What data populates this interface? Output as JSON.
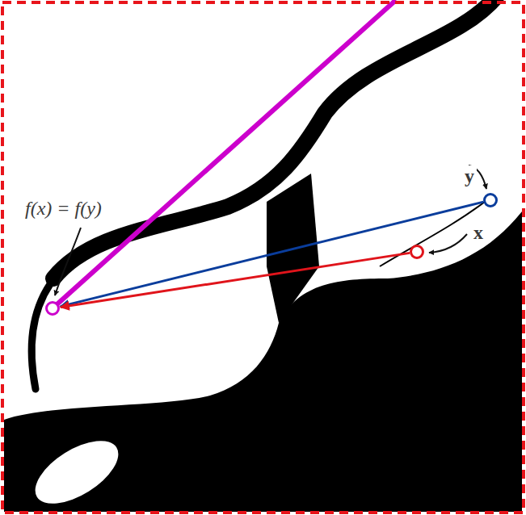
{
  "diagram": {
    "nodes": [
      {
        "text": [
          "y"
        ]
      },
      {
        "text": [
          "f(x) = f(y)"
        ]
      },
      {
        "text": [
          "x"
        ]
      }
    ],
    "edges": [
      {
        "from": 0,
        "to": 1,
        "arrow": "to"
      },
      {
        "from": 2,
        "to": 1,
        "arrow": "to"
      }
    ]
  }
}
